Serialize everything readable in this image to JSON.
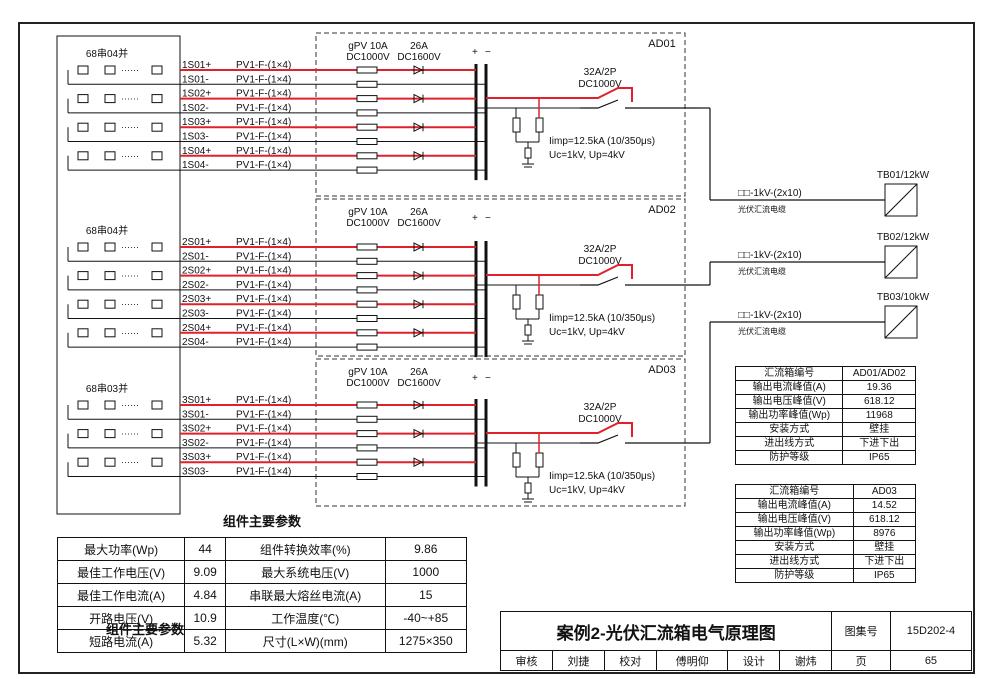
{
  "strings": [
    {
      "label": "68串04并",
      "inputs": [
        {
          "id": "1S01+",
          "cable": "PV1-F-(1×4)"
        },
        {
          "id": "1S01-",
          "cable": "PV1-F-(1×4)"
        },
        {
          "id": "1S02+",
          "cable": "PV1-F-(1×4)"
        },
        {
          "id": "1S02-",
          "cable": "PV1-F-(1×4)"
        },
        {
          "id": "1S03+",
          "cable": "PV1-F-(1×4)"
        },
        {
          "id": "1S03-",
          "cable": "PV1-F-(1×4)"
        },
        {
          "id": "1S04+",
          "cable": "PV1-F-(1×4)"
        },
        {
          "id": "1S04-",
          "cable": "PV1-F-(1×4)"
        }
      ]
    },
    {
      "label": "68串04并",
      "inputs": [
        {
          "id": "2S01+",
          "cable": "PV1-F-(1×4)"
        },
        {
          "id": "2S01-",
          "cable": "PV1-F-(1×4)"
        },
        {
          "id": "2S02+",
          "cable": "PV1-F-(1×4)"
        },
        {
          "id": "2S02-",
          "cable": "PV1-F-(1×4)"
        },
        {
          "id": "2S03+",
          "cable": "PV1-F-(1×4)"
        },
        {
          "id": "2S03-",
          "cable": "PV1-F-(1×4)"
        },
        {
          "id": "2S04+",
          "cable": "PV1-F-(1×4)"
        },
        {
          "id": "2S04-",
          "cable": "PV1-F-(1×4)"
        }
      ]
    },
    {
      "label": "68串03并",
      "inputs": [
        {
          "id": "3S01+",
          "cable": "PV1-F-(1×4)"
        },
        {
          "id": "3S01-",
          "cable": "PV1-F-(1×4)"
        },
        {
          "id": "3S02+",
          "cable": "PV1-F-(1×4)"
        },
        {
          "id": "3S02-",
          "cable": "PV1-F-(1×4)"
        },
        {
          "id": "3S03+",
          "cable": "PV1-F-(1×4)"
        },
        {
          "id": "3S03-",
          "cable": "PV1-F-(1×4)"
        }
      ]
    }
  ],
  "boxes": [
    {
      "name": "AD01",
      "fuse": "gPV 10A",
      "fuse_v": "DC1000V",
      "diode": "26A",
      "diode_v": "DC1600V",
      "breaker": "32A/2P",
      "breaker_v": "DC1000V",
      "imp": "Iimp=12.5kA (10/350μs)",
      "uc": "Uc=1kV, Up=4kV",
      "out_cable": "□□-1kV-(2x10)",
      "out_note": "光伏汇流电缆",
      "inverter": "TB01/12kW"
    },
    {
      "name": "AD02",
      "fuse": "gPV 10A",
      "fuse_v": "DC1000V",
      "diode": "26A",
      "diode_v": "DC1600V",
      "breaker": "32A/2P",
      "breaker_v": "DC1000V",
      "imp": "Iimp=12.5kA (10/350μs)",
      "uc": "Uc=1kV, Up=4kV",
      "out_cable": "□□-1kV-(2x10)",
      "out_note": "光伏汇流电缆",
      "inverter": "TB02/12kW"
    },
    {
      "name": "AD03",
      "fuse": "gPV 10A",
      "fuse_v": "DC1000V",
      "diode": "26A",
      "diode_v": "DC1600V",
      "breaker": "32A/2P",
      "breaker_v": "DC1000V",
      "imp": "Iimp=12.5kA (10/350μs)",
      "uc": "Uc=1kV, Up=4kV",
      "out_cable": "□□-1kV-(2x10)",
      "out_note": "光伏汇流电缆",
      "inverter": "TB03/10kW"
    }
  ],
  "params": {
    "title": "组件主要参数",
    "rows": [
      [
        "最大功率(Wp)",
        "44",
        "组件转换效率(%)",
        "9.86"
      ],
      [
        "最佳工作电压(V)",
        "9.09",
        "最大系统电压(V)",
        "1000"
      ],
      [
        "最佳工作电流(A)",
        "4.84",
        "串联最大熔丝电流(A)",
        "15"
      ],
      [
        "开路电压(V)",
        "10.9",
        "工作温度(℃)",
        "-40~+85"
      ],
      [
        "短路电流(A)",
        "5.32",
        "尺寸(L×W)(mm)",
        "1275×350"
      ]
    ]
  },
  "ad01_table": [
    [
      "汇流箱编号",
      "AD01/AD02"
    ],
    [
      "输出电流峰值(A)",
      "19.36"
    ],
    [
      "输出电压峰值(V)",
      "618.12"
    ],
    [
      "输出功率峰值(Wp)",
      "11968"
    ],
    [
      "安装方式",
      "壁挂"
    ],
    [
      "进出线方式",
      "下进下出"
    ],
    [
      "防护等级",
      "IP65"
    ]
  ],
  "ad03_table": [
    [
      "汇流箱编号",
      "AD03"
    ],
    [
      "输出电流峰值(A)",
      "14.52"
    ],
    [
      "输出电压峰值(V)",
      "618.12"
    ],
    [
      "输出功率峰值(Wp)",
      "8976"
    ],
    [
      "安装方式",
      "壁挂"
    ],
    [
      "进出线方式",
      "下进下出"
    ],
    [
      "防护等级",
      "IP65"
    ]
  ],
  "title_block": {
    "title": "案例2-光伏汇流箱电气原理图",
    "figure_label": "图集号",
    "figure_no": "15D202-4",
    "row": [
      "审核",
      "刘捷",
      "校对",
      "傅明仰",
      "设计",
      "谢炜",
      "页",
      "65"
    ]
  },
  "colors": {
    "wire_red": "#e0202a",
    "ink": "#111111",
    "border": "#222222"
  }
}
